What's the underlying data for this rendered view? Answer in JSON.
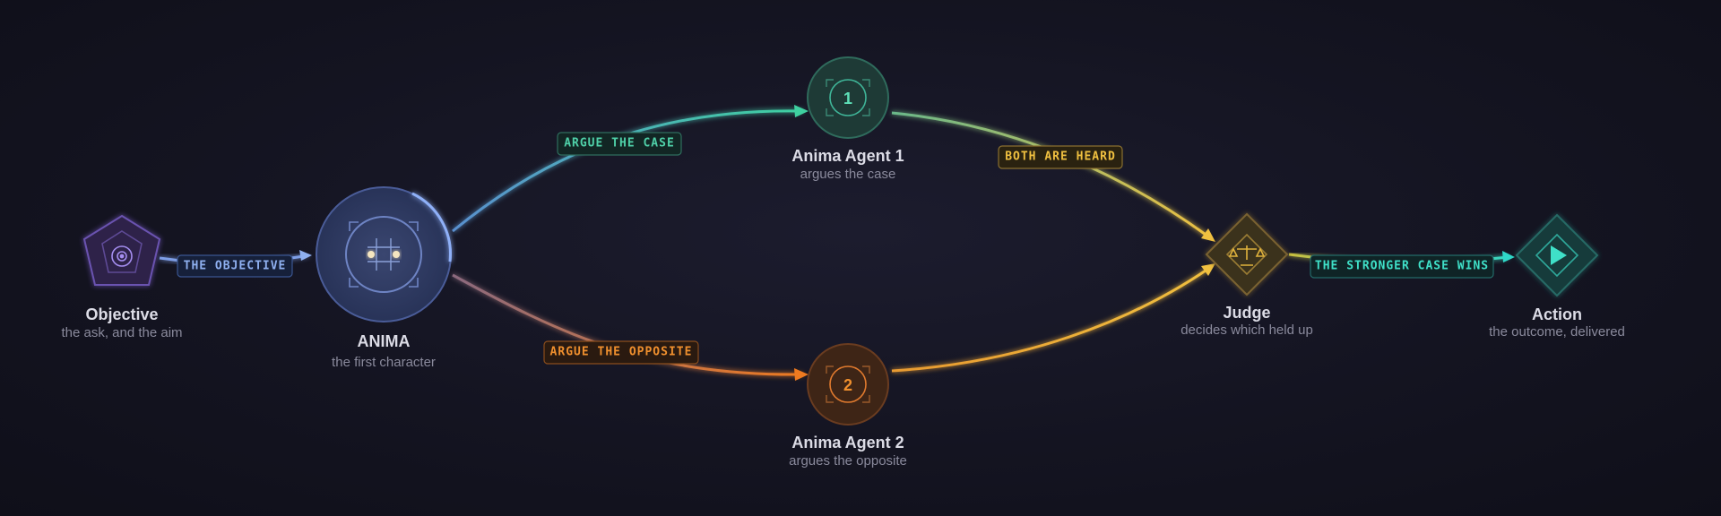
{
  "nodes": {
    "objective": {
      "title": "Objective",
      "subtitle": "the ask, and the aim"
    },
    "anima": {
      "title": "ANIMA",
      "subtitle": "the first character"
    },
    "agent1": {
      "title": "Anima Agent 1",
      "subtitle": "argues the case",
      "badge": "1"
    },
    "agent2": {
      "title": "Anima Agent 2",
      "subtitle": "argues the opposite",
      "badge": "2"
    },
    "judge": {
      "title": "Judge",
      "subtitle": "decides which held up"
    },
    "action": {
      "title": "Action",
      "subtitle": "the outcome, delivered"
    }
  },
  "edges": {
    "objective_to_anima": "THE OBJECTIVE",
    "anima_to_agent1": "ARGUE THE CASE",
    "anima_to_agent2": "ARGUE THE OPPOSITE",
    "agent1_to_judge": "BOTH ARE HEARD",
    "judge_to_action": "THE STRONGER CASE WINS"
  },
  "icons": {
    "objective": "target-icon",
    "anima": "twin-lights-icon",
    "agent1": "numbered-badge-icon",
    "agent2": "numbered-badge-icon",
    "judge": "scales-icon",
    "action": "play-icon"
  },
  "colors": {
    "objective": "#8b6fd6",
    "anima": "#6f8ee0",
    "agent1": "#3fb598",
    "agent2": "#e07a2e",
    "judge": "#e0b23c",
    "action": "#2fc2b2",
    "tag_blue": "#8fb0f0",
    "tag_green": "#4fd0a8",
    "tag_orange": "#f0902e",
    "tag_gold": "#f0c040",
    "tag_teal": "#3fe0c8"
  }
}
